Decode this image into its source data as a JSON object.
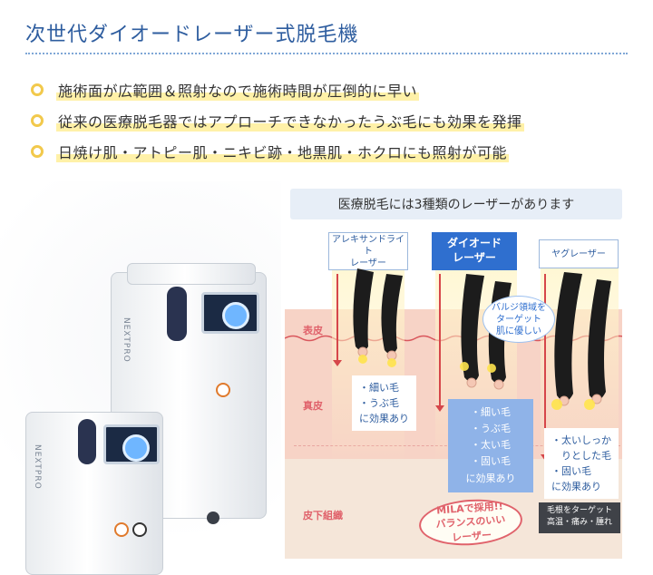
{
  "header": {
    "title": "次世代ダイオードレーザー式脱毛機"
  },
  "bullets": [
    "施術面が広範囲＆照射なので施術時間が圧倒的に早い",
    "従来の医療脱毛器ではアプローチできなかったうぶ毛にも効果を発揮",
    "日焼け肌・アトピー肌・ニキビ跡・地黒肌・ホクロにも照射が可能"
  ],
  "device": {
    "brand_large": "NEXTPRO",
    "brand_small": "NEXTPRO"
  },
  "diagram": {
    "header": "医療脱毛には3種類のレーザーがあります",
    "lasers": [
      {
        "name": "アレキサンドライトレーザー",
        "line1": "アレキサンドライト",
        "line2": "レーザー"
      },
      {
        "name": "ダイオードレーザー",
        "line1": "ダイオード",
        "line2": "レーザー"
      },
      {
        "name": "ヤグレーザー",
        "line1": "ヤグレーザー",
        "line2": ""
      }
    ],
    "layers": [
      "表皮",
      "真皮",
      "皮下組織"
    ],
    "bulge_note": {
      "l1": "バルジ領域を",
      "l2": "ターゲット",
      "l3": "肌に優しい"
    },
    "alex_effects": [
      "・細い毛",
      "・うぶ毛",
      "に効果あり"
    ],
    "diode_effects": [
      "・細い毛",
      "・うぶ毛",
      "・太い毛",
      "・固い毛",
      "に効果あり"
    ],
    "yag_effects": [
      "・太いしっか",
      "　りとした毛",
      "・固い毛",
      "に効果あり"
    ],
    "mila_note": {
      "l1": "MILAで採用!!",
      "l2": "バランスのいい",
      "l3": "レーザー"
    },
    "follicle_note": {
      "l1": "毛根をターゲット",
      "l2": "高温・痛み・腫れ"
    }
  },
  "colors": {
    "title": "#2e5d9f",
    "accent_blue": "#2f6fcf",
    "bullet_dot": "#f2c94c",
    "highlight": "#fff1a8",
    "skin_upper": "#f7d3c6",
    "skin_lower": "#f5e6d9",
    "red": "#e0626b"
  }
}
